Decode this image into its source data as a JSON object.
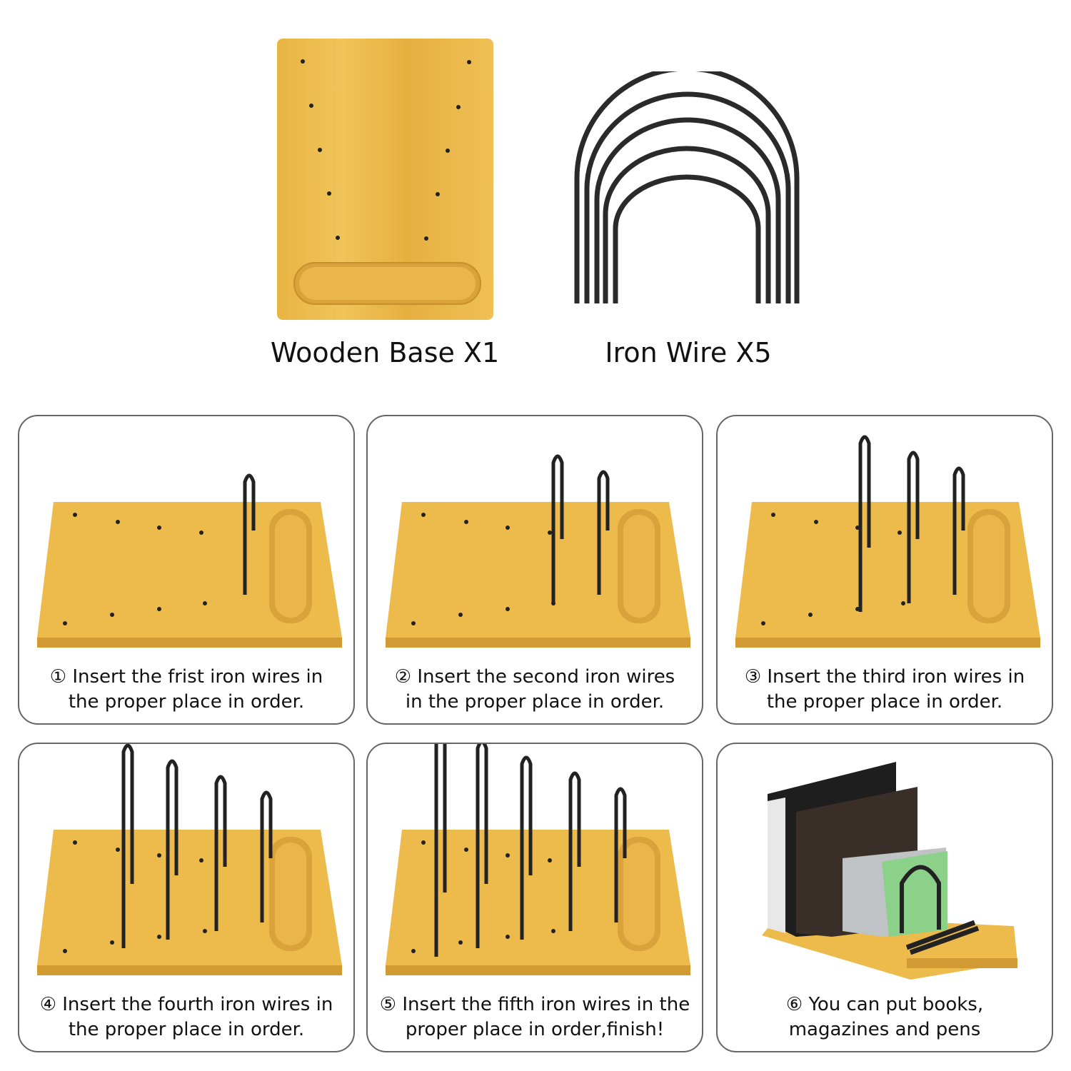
{
  "parts": [
    {
      "label": "Wooden Base X1"
    },
    {
      "label": "Iron Wire X5"
    }
  ],
  "steps": [
    {
      "number": "①",
      "line1": "Insert the frist iron wires in",
      "line2": "the proper place in order.",
      "wires": 1
    },
    {
      "number": "②",
      "line1": "Insert the second iron wires",
      "line2": "in the proper place in order.",
      "wires": 2
    },
    {
      "number": "③",
      "line1": "Insert the third iron wires in",
      "line2": "the proper place in order.",
      "wires": 3
    },
    {
      "number": "④",
      "line1": "Insert the fourth iron wires in",
      "line2": "the proper place in order.",
      "wires": 4
    },
    {
      "number": "⑤",
      "line1": "Insert the fifth iron wires in the",
      "line2": "proper place in order,finish!",
      "wires": 5
    },
    {
      "number": "⑥",
      "line1": "You can put books,",
      "line2": "magazines and pens",
      "wires": 0
    }
  ],
  "colors": {
    "wood": "#e9b84a",
    "wood_dark": "#d79f34",
    "wire": "#222222",
    "border": "#666666"
  }
}
